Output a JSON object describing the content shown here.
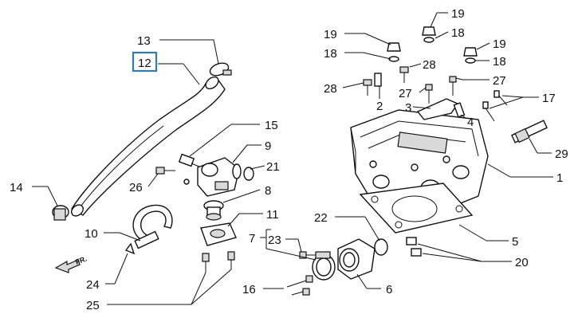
{
  "labels": {
    "l1": "1",
    "l2": "2",
    "l3": "3",
    "l4": "4",
    "l5": "5",
    "l6": "6",
    "l7": "7",
    "l8": "8",
    "l9": "9",
    "l10": "10",
    "l11": "11",
    "l12": "12",
    "l13": "13",
    "l14": "14",
    "l15": "15",
    "l16": "16",
    "l17": "17",
    "l18a": "18",
    "l18b": "18",
    "l18c": "18",
    "l19a": "19",
    "l19b": "19",
    "l19c": "19",
    "l20": "20",
    "l21": "21",
    "l22": "22",
    "l23": "23",
    "l24": "24",
    "l25": "25",
    "l26": "26",
    "l27a": "27",
    "l27b": "27",
    "l28a": "28",
    "l28b": "28",
    "l29": "29"
  },
  "direction_arrow": "FR.",
  "highlight_color": "#2f7ab5",
  "selected_part": "12"
}
